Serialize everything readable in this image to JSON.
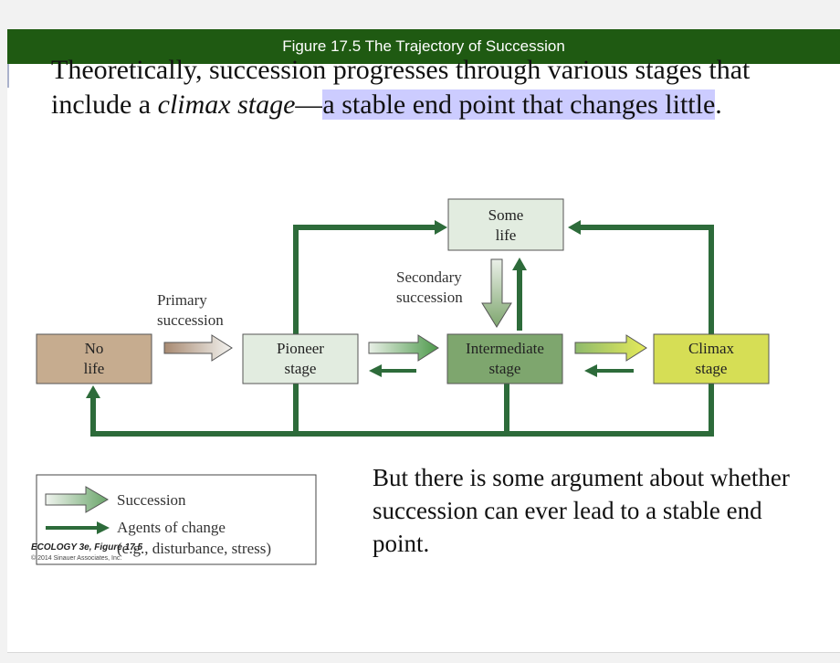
{
  "title": "Figure 17.5 The Trajectory of Succession",
  "intro": {
    "part1": "Theoretically, succession progresses through various stages that include a ",
    "italic": "climax stage",
    "dash": "—",
    "highlight": "a stable end point that changes little",
    "end": "."
  },
  "diagram": {
    "boxes": {
      "no_life": [
        "No",
        "life"
      ],
      "pioneer": [
        "Pioneer",
        "stage"
      ],
      "intermediate": [
        "Intermediate",
        "stage"
      ],
      "climax": [
        "Climax",
        "stage"
      ],
      "some_life": [
        "Some",
        "life"
      ]
    },
    "labels": {
      "primary": [
        "Primary",
        "succession"
      ],
      "secondary": [
        "Secondary",
        "succession"
      ]
    },
    "legend": {
      "succession": "Succession",
      "agents_line1": "Agents of change",
      "agents_line2": "(e.g., disturbance, stress)"
    },
    "colors": {
      "agent_green": "#2d6b3a",
      "no_life": "#c6ac8f",
      "pioneer": "#e2ece0",
      "intermediate": "#7ea66e",
      "climax": "#d6de55",
      "some_life": "#e2ece0"
    }
  },
  "argument": "But there is some argument about whether succession can ever lead to a stable end point.",
  "credit": {
    "line1": "ECOLOGY 3e, Figure 17.5",
    "line2": "© 2014 Sinauer Associates, Inc."
  }
}
